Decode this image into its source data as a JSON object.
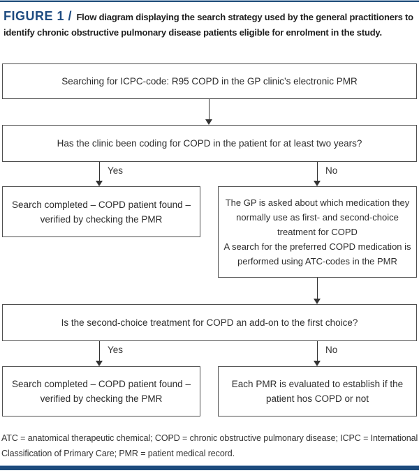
{
  "rules": {
    "accent_color": "#1d4b7d"
  },
  "header": {
    "label": "FIGURE 1 /",
    "caption": "Flow diagram displaying the search strategy used by the general practitioners to identify chronic obstructive pulmonary disease patients eligible for enrolment in the study."
  },
  "flowchart": {
    "box_search": "Searching for ICPC-code: R95 COPD in the GP clinic’s electronic PMR",
    "box_coding_question": "Has the clinic been coding for COPD in the patient for at least two years?",
    "yes_label": "Yes",
    "no_label": "No",
    "box_completed_first": "Search completed – COPD patient found – verified by checking the PMR",
    "box_gp_asked_part1": "The GP is asked about which medication they normally use as first- and second-choice treatment for COPD",
    "box_gp_asked_part2": "A search for the preferred COPD medication is performed using ATC-codes in the PMR",
    "box_addon_question": "Is the second-choice treatment for COPD an add-on to the first choice?",
    "box_completed_second": "Search completed – COPD patient found – verified by checking the PMR",
    "box_evaluated": "Each PMR is evaluated to establish if the patient hos COPD or not"
  },
  "footnote": "ATC = anatomical therapeutic chemical; COPD = chronic obstructive pulmonary disease; ICPC = International Classification of Primary Care; PMR = patient medical record."
}
